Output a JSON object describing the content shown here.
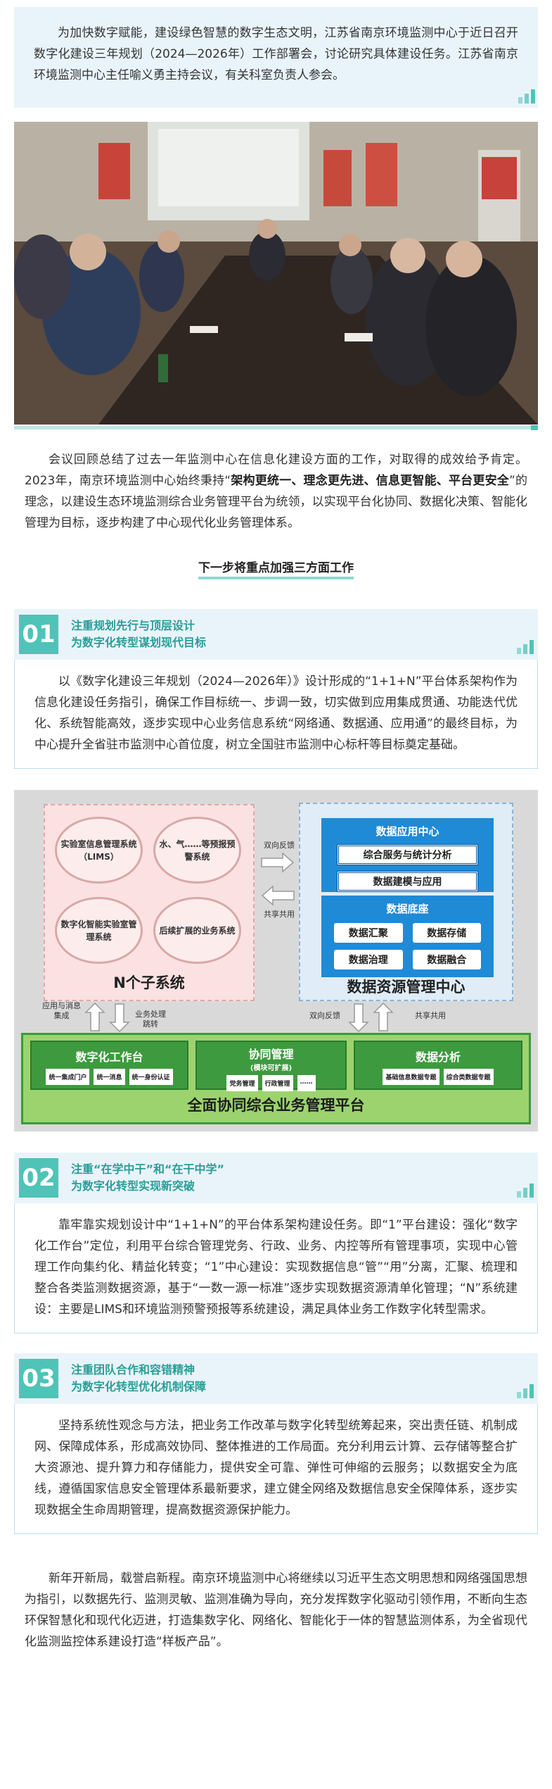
{
  "intro": {
    "text": "为加快数字赋能，建设绿色智慧的数字生态文明，江苏省南京环境监测中心于近日召开数字化建设三年规划（2024—2026年）工作部署会，讨论研究具体建设任务。江苏省南京环境监测中心主任喻义勇主持会议，有关科室负责人参会。"
  },
  "body": {
    "p1_a": "会议回顾总结了过去一年监测中心在信息化建设方面的工作，对取得的成效给予肯定。2023年，南京环境监测中心始终秉持“",
    "p1_bold": "架构更统一、理念更先进、信息更智能、平台更安全",
    "p1_b": "”的理念，以建设生态环境监测综合业务管理平台为统领，以实现平台化协同、数据化决策、智能化管理为目标，逐步构建了中心现代化业务管理体系。",
    "subhead": "下一步将重点加强三方面工作"
  },
  "sections": [
    {
      "num": "01",
      "title1": "注重规划先行与顶层设计",
      "title2": "为数字化转型谋划现代目标",
      "text": "以《数字化建设三年规划（2024—2026年）》设计形成的“1+1+N”平台体系架构作为信息化建设任务指引，确保工作目标统一、步调一致，切实做到应用集成贯通、功能迭代优化、系统智能高效，逐步实现中心业务信息系统“网络通、数据通、应用通”的最终目标，为中心提升全省驻市监测中心首位度，树立全国驻市监测中心标杆等目标奠定基础。"
    },
    {
      "num": "02",
      "title1": "注重“在学中干”和“在干中学”",
      "title2": "为数字化转型实现新突破",
      "text": "靠牢靠实规划设计中“1+1+N”的平台体系架构建设任务。即“1”平台建设：强化“数字化工作台”定位，利用平台综合管理党务、行政、业务、内控等所有管理事项，实现中心管理工作向集约化、精益化转变；“1”中心建设：实现数据信息“管”“用”分离，汇聚、梳理和整合各类监测数据资源，基于“一数一源一标准”逐步实现数据资源清单化管理；“N”系统建设：主要是LIMS和环境监测预警预报等系统建设，满足具体业务工作数字化转型需求。"
    },
    {
      "num": "03",
      "title1": "注重团队合作和容错精神",
      "title2": "为数字化转型优化机制保障",
      "text": "坚持系统性观念与方法，把业务工作改革与数字化转型统筹起来，突出责任链、机制成网、保障成体系，形成高效协同、整体推进的工作局面。充分利用云计算、云存储等整合扩大资源池、提升算力和存储能力，提供安全可靠、弹性可伸缩的云服务；以数据安全为底线，遵循国家信息安全管理体系最新要求，建立健全网络及数据信息安全保障体系，逐步实现数据全生命周期管理，提高数据资源保护能力。"
    }
  ],
  "diagram": {
    "subsystems": [
      "实验室信息管理系统（LIMS）",
      "水、气……等预报预警系统",
      "数字化智能实验室管理系统",
      "后续扩展的业务系统"
    ],
    "n_title": "N个子系统",
    "data_app_title": "数据应用中心",
    "data_app_items": [
      "综合服务与统计分析",
      "数据建模与应用"
    ],
    "data_base_title": "数据底座",
    "data_base_items": [
      "数据汇聚",
      "数据存储",
      "数据治理",
      "数据融合"
    ],
    "resource_title": "数据资源管理中心",
    "arrow_top": "双向反馈",
    "arrow_bottom": "共享共用",
    "left_up_label": "应用与消息\n集成",
    "left_down_label": "业务处理\n跳转",
    "right_up_label": "双向反馈",
    "right_down_label": "共享共用",
    "workbench_title": "数字化工作台",
    "workbench_items": [
      "统一集成门户",
      "统一消息",
      "统一身份认证"
    ],
    "collab_title": "协同管理",
    "collab_sub": "(模块可扩展)",
    "collab_items": [
      "党务管理",
      "行政管理",
      "……"
    ],
    "analysis_title": "数据分析",
    "analysis_items": [
      "基础信息数据专题",
      "综合类数据专题"
    ],
    "platform_title": "全面协同综合业务管理平台"
  },
  "closing": {
    "text": "新年开新局，载誉启新程。南京环境监测中心将继续以习近平生态文明思想和网络强国思想为指引，以数据先行、监测灵敏、监测准确为导向，充分发挥数字化驱动引领作用，不断向生态环保智慧化和现代化迈进，打造集数字化、网络化、智能化于一体的智慧监测体系，为全省现代化监测监控体系建设打造“样板产品”。"
  },
  "colors": {
    "accent": "#4fc3b7",
    "accent_text": "#2a9d98",
    "box_bg": "#e9f4fa"
  }
}
